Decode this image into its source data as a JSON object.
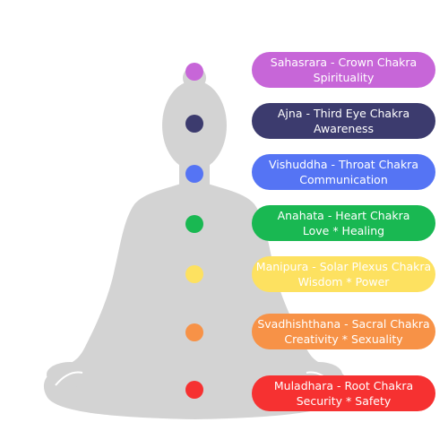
{
  "silhouette_color": "#d3d3d3",
  "chakras": [
    {
      "title": "Sahasrara - Crown Chakra",
      "meaning": "Spirituality",
      "color": "#c766d8",
      "text_color": "#ffffff"
    },
    {
      "title": "Ajna - Third Eye Chakra",
      "meaning": "Awareness",
      "color": "#3c3b6e",
      "text_color": "#ffffff"
    },
    {
      "title": "Vishuddha - Throat Chakra",
      "meaning": "Communication",
      "color": "#5574f4",
      "text_color": "#ffffff"
    },
    {
      "title": "Anahata - Heart Chakra",
      "meaning": "Love * Healing",
      "color": "#19b852",
      "text_color": "#ffffff"
    },
    {
      "title": "Manipura - Solar Plexus Chakra",
      "meaning": "Wisdom * Power",
      "color": "#fde160",
      "text_color": "#ffffff"
    },
    {
      "title": "Svadhishthana - Sacral Chakra",
      "meaning": "Creativity * Sexuality",
      "color": "#f79247",
      "text_color": "#ffffff"
    },
    {
      "title": "Muladhara - Root Chakra",
      "meaning": "Security * Safety",
      "color": "#f63131",
      "text_color": "#ffffff"
    }
  ]
}
